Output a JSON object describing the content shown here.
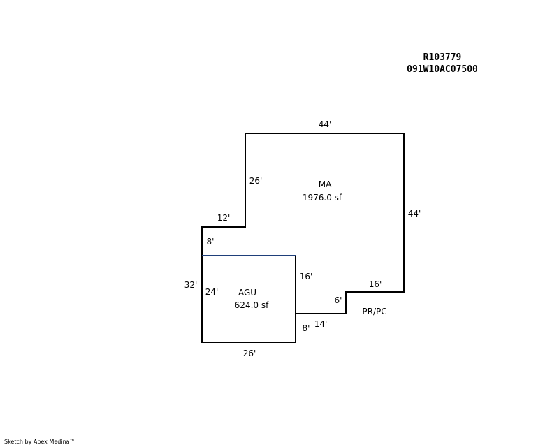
{
  "parcel": {
    "id": "R103779",
    "map_number": "091W10AC07500"
  },
  "areas": {
    "main": {
      "code": "MA",
      "area": "1976.0 sf"
    },
    "garage": {
      "code": "AGU",
      "area": "624.0 sf"
    },
    "porch": {
      "code": "PR/PC"
    }
  },
  "dimensions": {
    "top": "44'",
    "right": "44'",
    "upper_left": "26'",
    "step_top": "12'",
    "step_left": "8'",
    "left_total": "32'",
    "garage_left": "24'",
    "garage_right": "16'",
    "garage_bottom": "26'",
    "garage_step": "8'",
    "porch_bottom": "14'",
    "porch_left": "6'",
    "porch_top": "16'"
  },
  "colors": {
    "outline": "#000000",
    "shared_wall": "#1f3f7a"
  },
  "footer": "Sketch by Apex Medina™"
}
